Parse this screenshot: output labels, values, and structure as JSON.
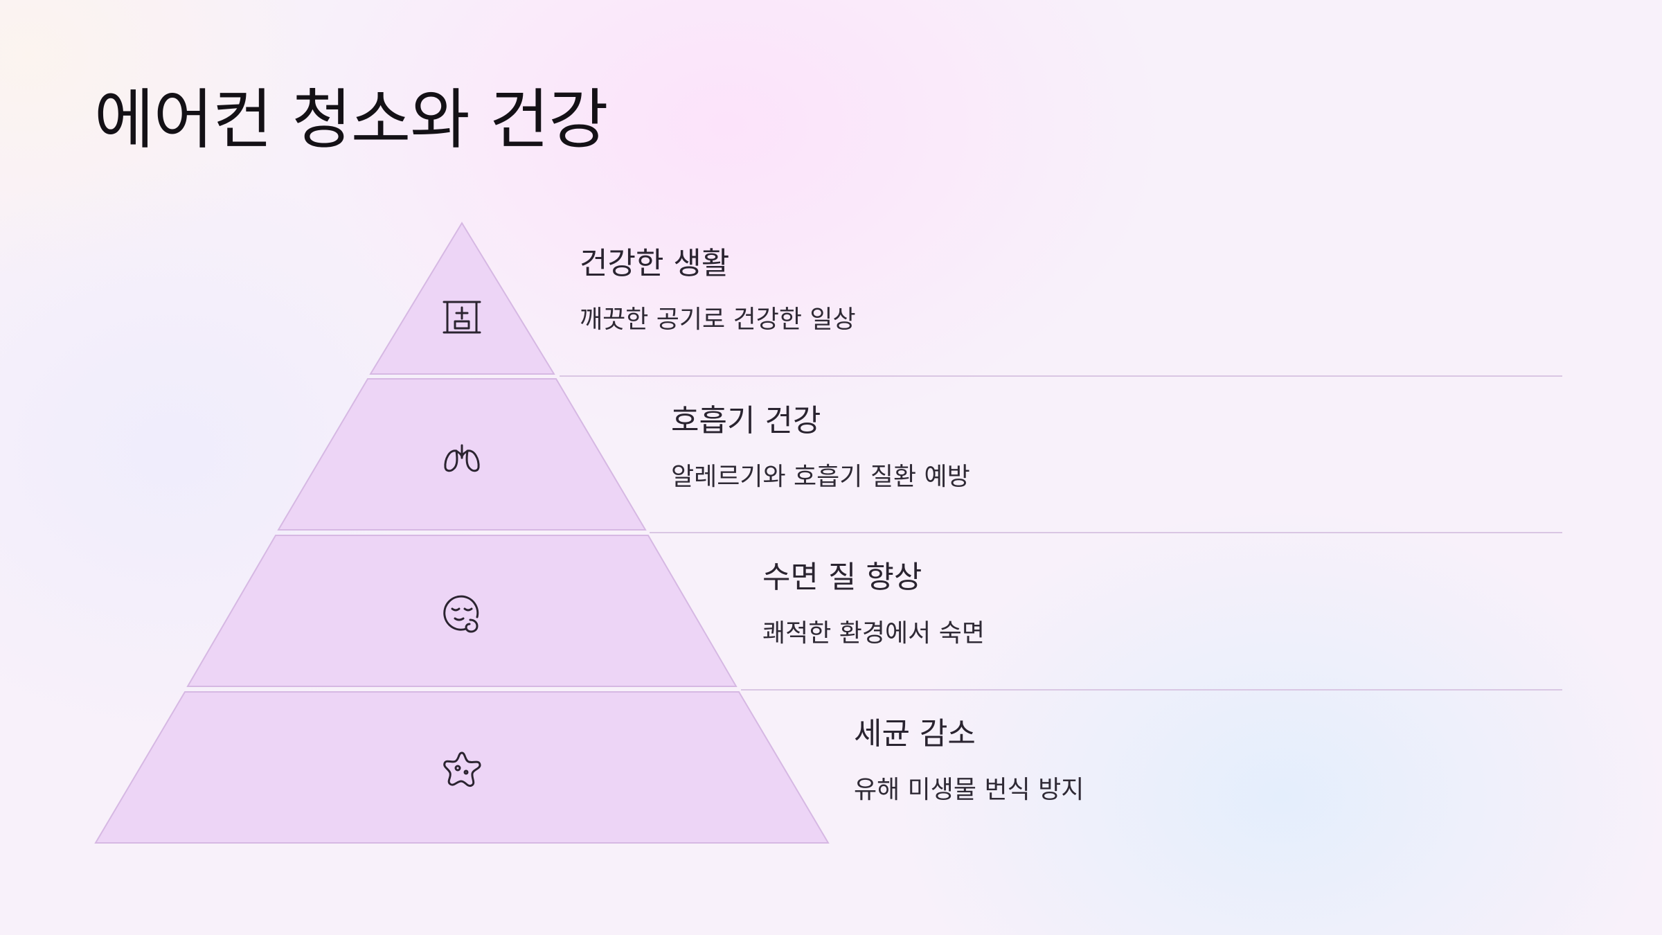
{
  "title": "에어컨 청소와 건강",
  "tiers": [
    {
      "heading": "건강한 생활",
      "description": "깨끗한 공기로 건강한 일상",
      "icon": "hospital-icon"
    },
    {
      "heading": "호흡기 건강",
      "description": "알레르기와 호흡기 질환 예방",
      "icon": "lungs-icon"
    },
    {
      "heading": "수면 질 향상",
      "description": "쾌적한 환경에서 숙면",
      "icon": "sleeping-face-icon"
    },
    {
      "heading": "세균 감소",
      "description": "유해 미생물 번식 방지",
      "icon": "germ-icon"
    }
  ],
  "colors": {
    "tier_fill": "#edd5f6",
    "tier_stroke": "#d6b8e3",
    "divider": "#d9c6e3",
    "text": "#1e1a24"
  }
}
